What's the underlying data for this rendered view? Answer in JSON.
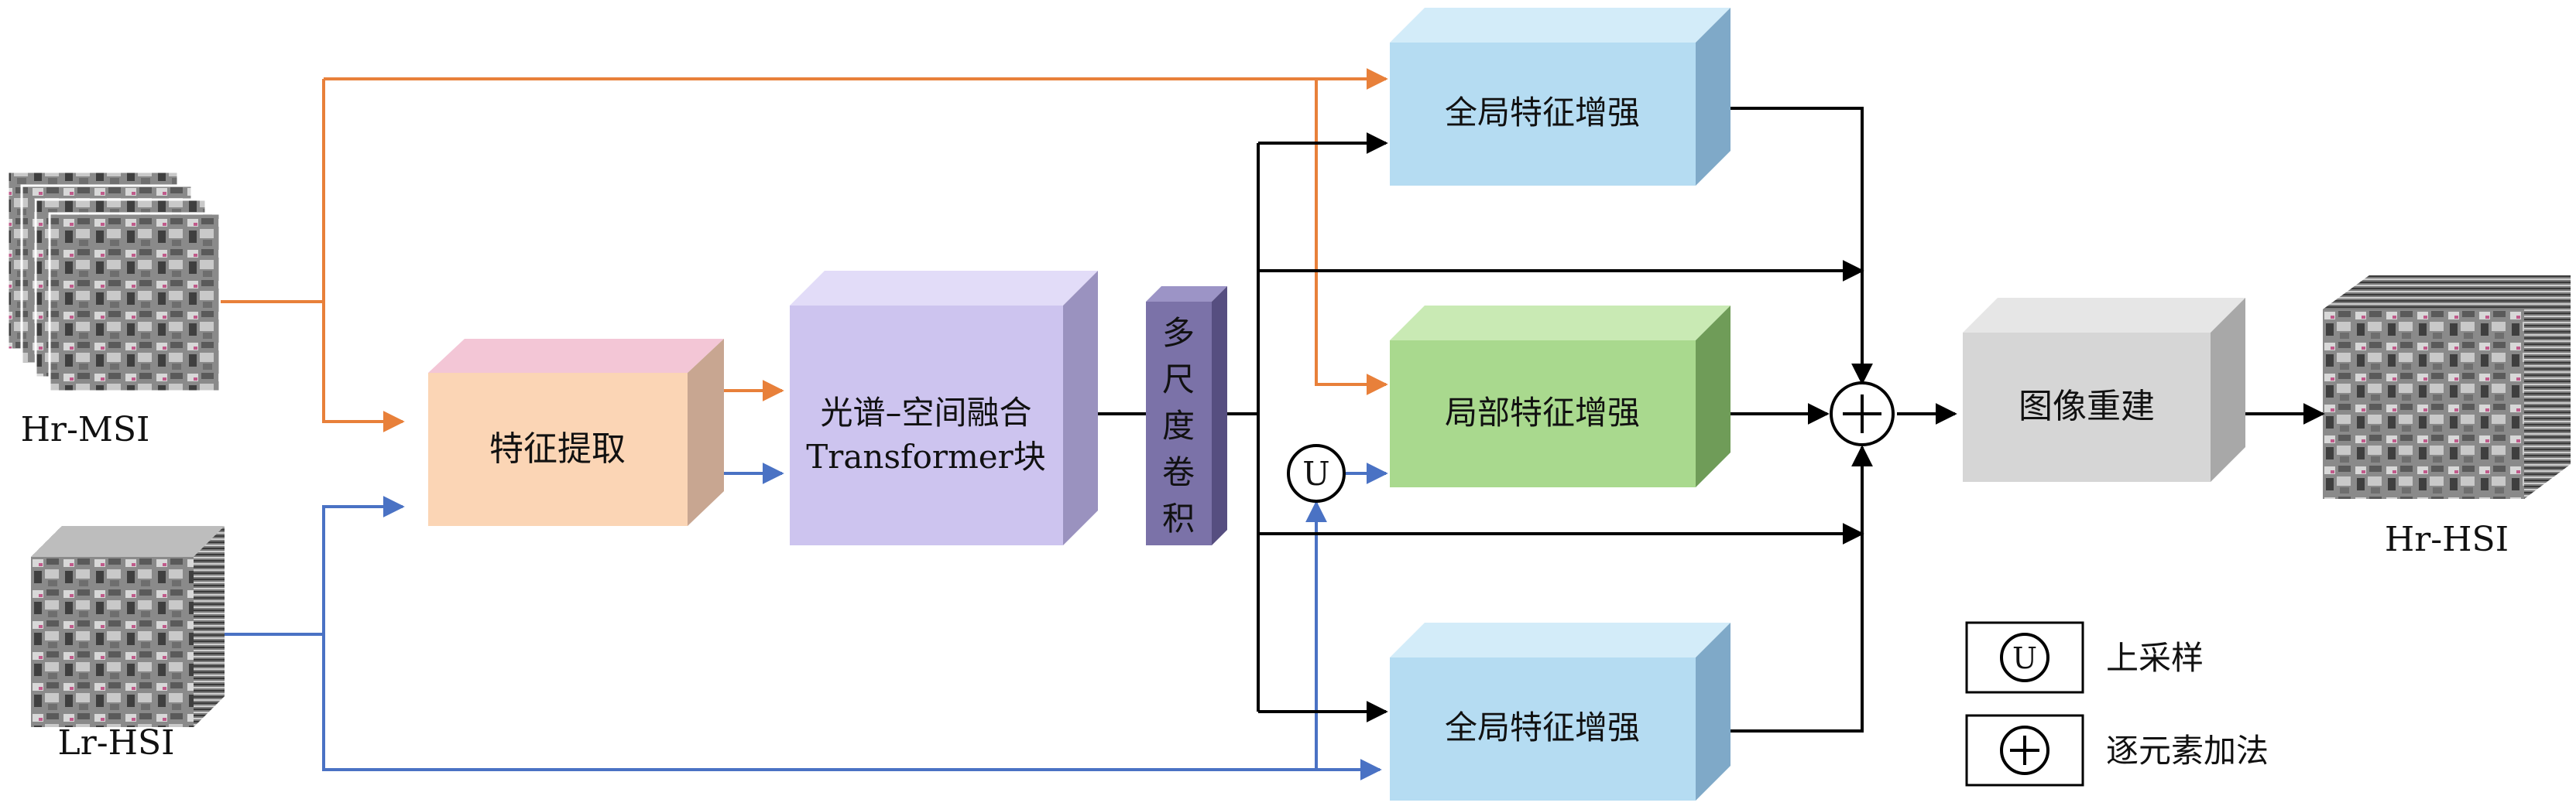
{
  "inputs": {
    "hr_msi": "Hr-MSI",
    "lr_hsi": "Lr-HSI"
  },
  "output": {
    "hr_hsi": "Hr-HSI"
  },
  "blocks": {
    "feature_extraction": "特征提取",
    "fusion_line1": "光谱–空间融合",
    "fusion_line2": "Transformer块",
    "multiscale_conv": [
      "多",
      "尺",
      "度",
      "卷",
      "积"
    ],
    "global_enhance_top": "全局特征增强",
    "local_enhance": "局部特征增强",
    "global_enhance_bottom": "全局特征增强",
    "reconstruction": "图像重建"
  },
  "symbols": {
    "upsample": "U",
    "add": "+"
  },
  "legend": {
    "upsample_label": "上采样",
    "add_label": "逐元素加法"
  },
  "colors": {
    "orange_path": "#e8803a",
    "blue_path": "#4a72c4",
    "feature_box": "#fbd5b5",
    "fusion_box": "#cdc4ef",
    "conv_box": "#7b72a8",
    "global_box": "#b5dcf2",
    "local_box": "#a9d98e",
    "recon_box": "#d6d6d6"
  }
}
